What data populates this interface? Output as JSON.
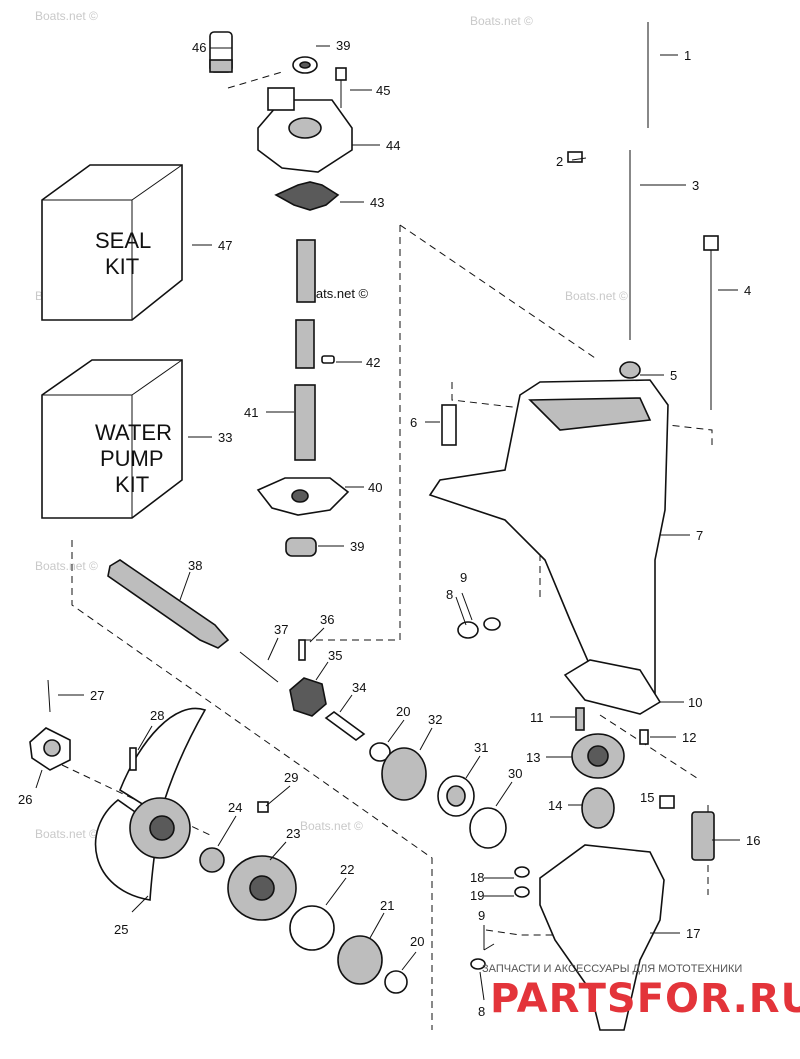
{
  "kits": {
    "seal_lines": [
      "SEAL",
      "KIT"
    ],
    "pump_lines": [
      "WATER",
      "PUMP",
      "KIT"
    ]
  },
  "watermark": "Boats.net ©",
  "watermark_center": "Boats.net ©",
  "brand": {
    "subtitle": "ЗАПЧАСТИ И АКСЕССУАРЫ ДЛЯ МОТОТЕХНИКИ",
    "name": "PARTSFOR.RU"
  },
  "callouts": {
    "c1": "1",
    "c2": "2",
    "c3": "3",
    "c4": "4",
    "c5": "5",
    "c6": "6",
    "c7": "7",
    "c8a": "8",
    "c8b": "8",
    "c9a": "9",
    "c9b": "9",
    "c10": "10",
    "c11": "11",
    "c12": "12",
    "c13": "13",
    "c14": "14",
    "c15": "15",
    "c16": "16",
    "c17": "17",
    "c18": "18",
    "c19": "19",
    "c20a": "20",
    "c20b": "20",
    "c21": "21",
    "c22": "22",
    "c23": "23",
    "c24": "24",
    "c25": "25",
    "c26": "26",
    "c27": "27",
    "c28": "28",
    "c29": "29",
    "c30": "30",
    "c31": "31",
    "c32": "32",
    "c33": "33",
    "c34": "34",
    "c35": "35",
    "c36": "36",
    "c37": "37",
    "c38": "38",
    "c39a": "39",
    "c39b": "39",
    "c40": "40",
    "c41": "41",
    "c42": "42",
    "c43": "43",
    "c44": "44",
    "c45": "45",
    "c46": "46",
    "c47": "47"
  }
}
